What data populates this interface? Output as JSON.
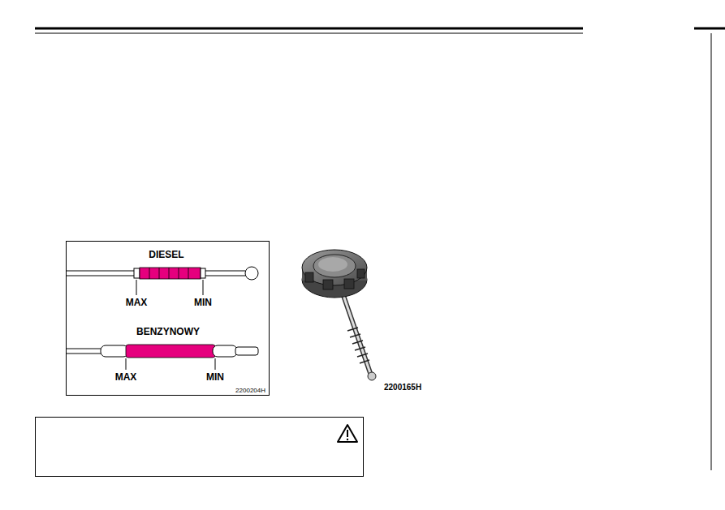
{
  "diagram": {
    "labels": [
      "DIESEL",
      "MAX",
      "MIN",
      "BENZYNOWY",
      "MAX",
      "MIN",
      "2200204H",
      "2200165H"
    ]
  }
}
